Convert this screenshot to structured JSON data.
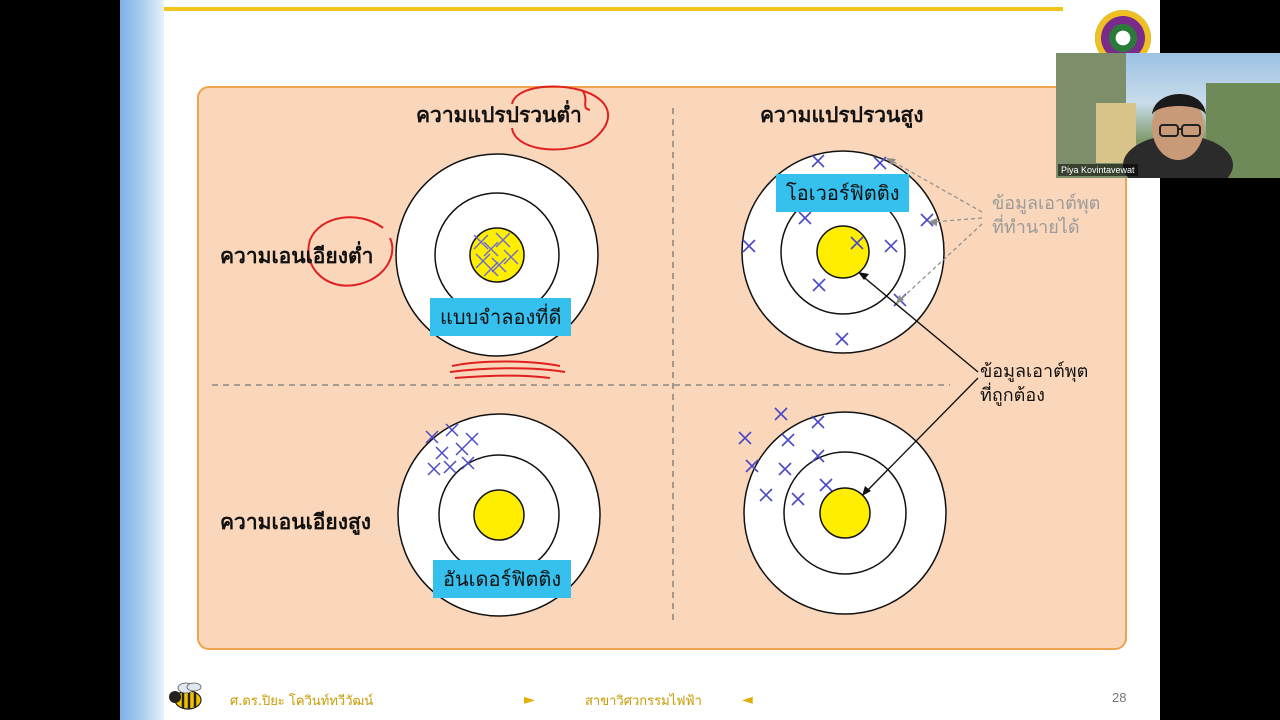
{
  "slide": {
    "columns": {
      "low_variance": "ความแปรปรวนต่ำ",
      "high_variance": "ความแปรปรวนสูง"
    },
    "rows": {
      "low_bias": "ความเอนเอียงต่ำ",
      "high_bias": "ความเอนเอียงสูง"
    },
    "tags": {
      "good_model": "แบบจำลองที่ดี",
      "overfitting": "โอเวอร์ฟิตติง",
      "underfitting": "อันเดอร์ฟิตติง"
    },
    "notes": {
      "predicted_output": "ข้อมูลเอาต์พุต\nที่ทำนายได้",
      "correct_output": "ข้อมูลเอาต์พุต\nที่ถูกต้อง"
    },
    "footer": {
      "author": "ศ.ดร.ปิยะ โควินท์ทวีวัฒน์",
      "department": "สาขาวิศวกรรมไฟฟ้า",
      "page_number": "28"
    }
  },
  "video": {
    "participant_name": "Piya Kovintavewat"
  },
  "colors": {
    "panel": "#fad7bb",
    "panel_border": "#f0a24c",
    "tag": "#36c0ee",
    "bullseye": "#ffee00",
    "marker": "#4a4ac8",
    "ink": "#e02020",
    "accent_line": "#f2c31b"
  }
}
